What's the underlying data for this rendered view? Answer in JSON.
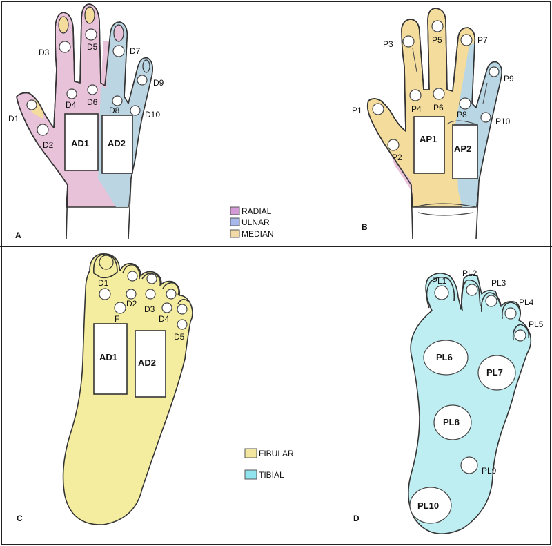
{
  "colors": {
    "radial": "#e8c2d9",
    "ulnar": "#b9d6e4",
    "median": "#f3dc9c",
    "fibular": "#f4ec9e",
    "tibial": "#bfeef2",
    "legend_radial": "#d39ad6",
    "legend_ulnar": "#a9b8ea",
    "legend_median": "#f2d9a6",
    "legend_fibular": "#f3e7a0",
    "legend_tibial": "#8fe4ee"
  },
  "panels": {
    "a": {
      "letter": "A",
      "labels": {
        "d1": "D1",
        "d2": "D2",
        "d3": "D3",
        "d4": "D4",
        "d5": "D5",
        "d6": "D6",
        "d7": "D7",
        "d8": "D8",
        "d9": "D9",
        "d10": "D10"
      },
      "boxes": {
        "ad1": "AD1",
        "ad2": "AD2"
      }
    },
    "b": {
      "letter": "B",
      "labels": {
        "p1": "P1",
        "p2": "P2",
        "p3": "P3",
        "p4": "P4",
        "p5": "P5",
        "p6": "P6",
        "p7": "P7",
        "p8": "P8",
        "p9": "P9",
        "p10": "P10"
      },
      "boxes": {
        "ap1": "AP1",
        "ap2": "AP2"
      }
    },
    "c": {
      "letter": "C",
      "labels": {
        "d1": "D1",
        "d2": "D2",
        "d3": "D3",
        "d4": "D4",
        "d5": "D5",
        "f": "F"
      },
      "boxes": {
        "ad1": "AD1",
        "ad2": "AD2"
      }
    },
    "d": {
      "letter": "D",
      "labels": {
        "pl1": "PL1",
        "pl2": "PL2",
        "pl3": "PL3",
        "pl4": "PL4",
        "pl5": "PL5",
        "pl6": "PL6",
        "pl7": "PL7",
        "pl8": "PL8",
        "pl9": "PL9",
        "pl10": "PL10"
      }
    }
  },
  "legend_hand": {
    "radial": "RADIAL",
    "ulnar": "ULNAR",
    "median": "MEDIAN"
  },
  "legend_foot": {
    "fibular": "FIBULAR",
    "tibial": "TIBIAL"
  }
}
